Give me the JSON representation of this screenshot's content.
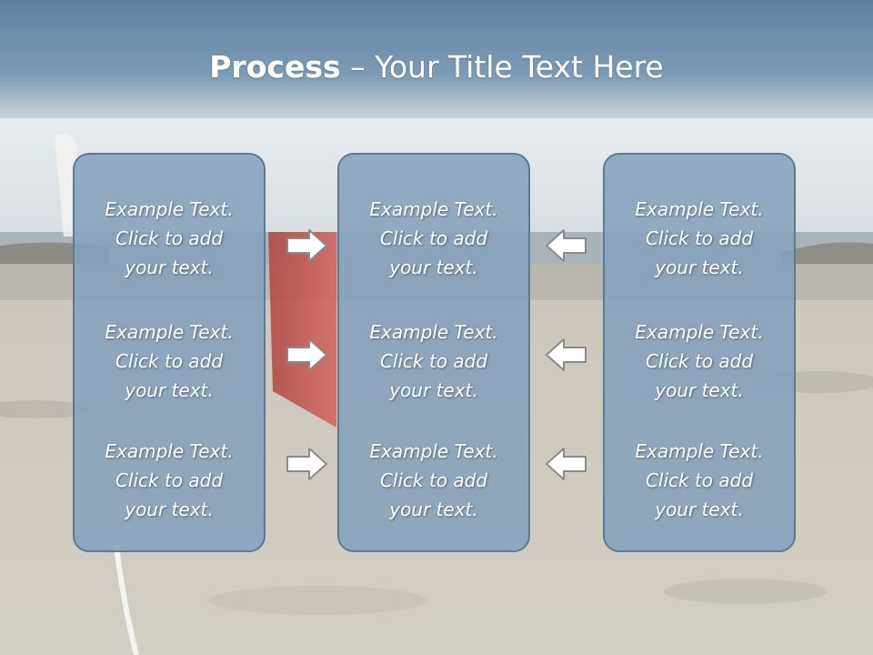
{
  "slide": {
    "title_bold": "Process",
    "title_rest": " – Your Title Text Here",
    "columns": [
      {
        "items": [
          {
            "lines": [
              "Example Text.",
              "Click  to add",
              "your text."
            ]
          },
          {
            "lines": [
              "Example Text.",
              "Click  to add",
              "your text."
            ]
          },
          {
            "lines": [
              "Example Text.",
              "Click  to add",
              "your text."
            ]
          }
        ]
      },
      {
        "items": [
          {
            "lines": [
              "Example Text.",
              "Click  to add",
              "your text."
            ]
          },
          {
            "lines": [
              "Example Text.",
              "Click  to add",
              "your text."
            ]
          },
          {
            "lines": [
              "Example Text.",
              "Click  to add",
              "your text."
            ]
          }
        ]
      },
      {
        "items": [
          {
            "lines": [
              "Example Text.",
              "Click  to add",
              "your text."
            ]
          },
          {
            "lines": [
              "Example Text.",
              "Click  to add",
              "your text."
            ]
          },
          {
            "lines": [
              "Example Text.",
              "Click  to add",
              "your text."
            ]
          }
        ]
      }
    ],
    "arrows_left_to_center": [
      "right-arrow-icon",
      "right-arrow-icon",
      "right-arrow-icon"
    ],
    "arrows_right_to_center": [
      "left-arrow-icon",
      "left-arrow-icon",
      "left-arrow-icon"
    ],
    "colors": {
      "panel_fill": "#84a1bd",
      "panel_border": "#5d7a93",
      "header_band": "#6d8eab",
      "text": "#ffffff"
    }
  }
}
